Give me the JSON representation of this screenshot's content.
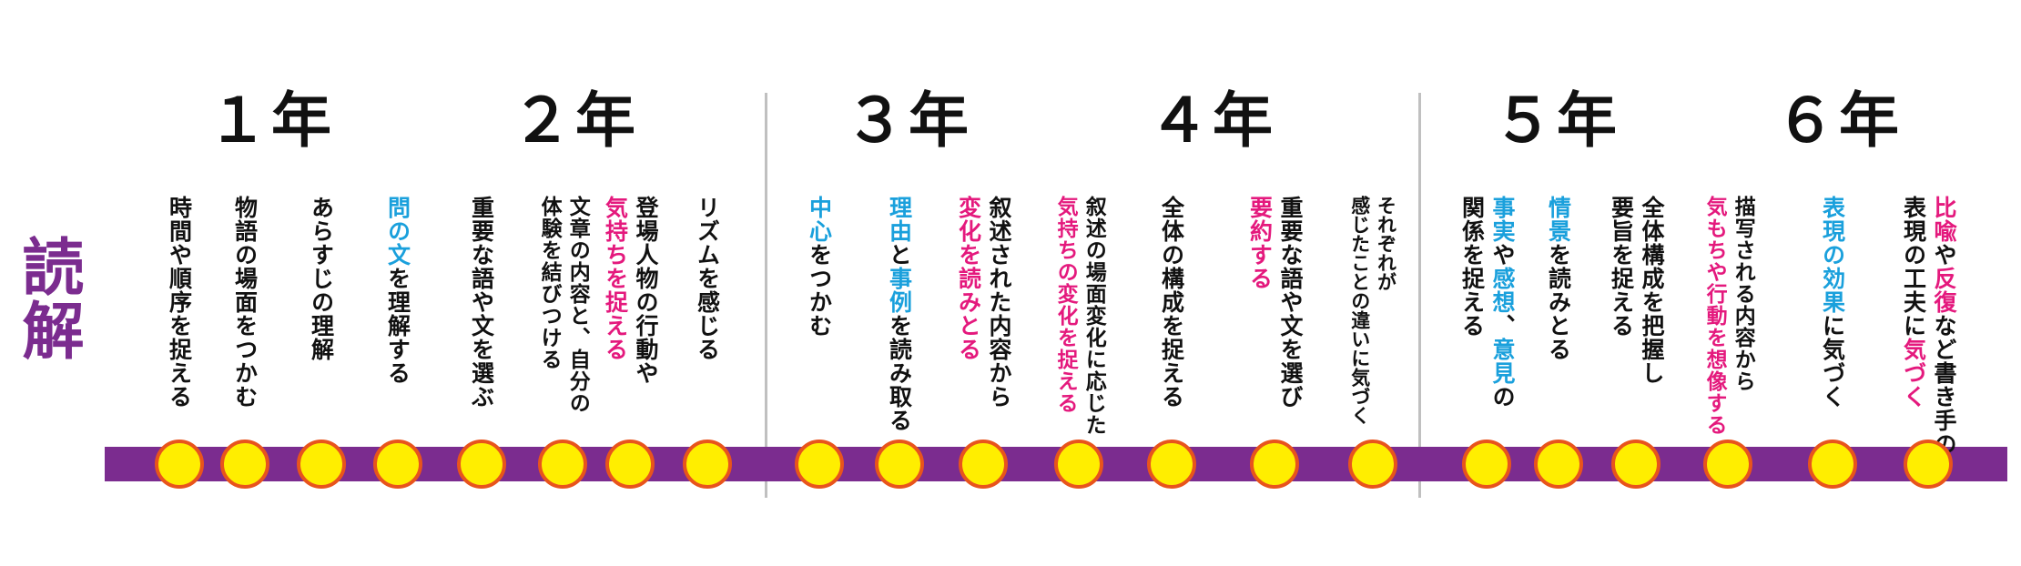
{
  "title": "読解",
  "colors": {
    "title": "#7b2c8f",
    "track": "#7b2c8f",
    "dot_fill": "#ffee00",
    "dot_border": "#e8541c",
    "blue": "#1aa0dc",
    "pink": "#e4197d",
    "divider": "#c0c0c0"
  },
  "grades": [
    "１年",
    "２年",
    "３年",
    "４年",
    "５年",
    "６年"
  ],
  "items": [
    {
      "lines": [
        [
          {
            "t": "時間や順序を捉える"
          }
        ]
      ]
    },
    {
      "lines": [
        [
          {
            "t": "物語の場面をつかむ"
          }
        ]
      ]
    },
    {
      "lines": [
        [
          {
            "t": "あらすじの理解"
          }
        ]
      ]
    },
    {
      "lines": [
        [
          {
            "t": "問の文",
            "c": "blue"
          },
          {
            "t": "を理解する"
          }
        ]
      ]
    },
    {
      "lines": [
        [
          {
            "t": "重要な語や文を選ぶ"
          }
        ]
      ]
    },
    {
      "lines": [
        [
          {
            "t": "文章の内容と、自分の"
          }
        ],
        [
          {
            "t": "体験を結びつける"
          }
        ]
      ]
    },
    {
      "lines": [
        [
          {
            "t": "登場人物の行動や"
          }
        ],
        [
          {
            "t": "気持ちを捉える",
            "c": "pink"
          }
        ]
      ]
    },
    {
      "lines": [
        [
          {
            "t": "リズムを感じる"
          }
        ]
      ]
    },
    {
      "lines": [
        [
          {
            "t": "中心",
            "c": "blue"
          },
          {
            "t": "をつかむ"
          }
        ]
      ]
    },
    {
      "lines": [
        [
          {
            "t": "理由",
            "c": "blue"
          },
          {
            "t": "と"
          },
          {
            "t": "事例",
            "c": "blue"
          },
          {
            "t": "を読み取る"
          }
        ]
      ]
    },
    {
      "lines": [
        [
          {
            "t": "叙述された内容から"
          }
        ],
        [
          {
            "t": "変化を読みとる",
            "c": "pink"
          }
        ]
      ]
    },
    {
      "lines": [
        [
          {
            "t": "叙述の場面変化に応じた"
          }
        ],
        [
          {
            "t": "気持ちの変化を捉える",
            "c": "pink"
          }
        ]
      ]
    },
    {
      "lines": [
        [
          {
            "t": "全体の構成を捉える"
          }
        ]
      ]
    },
    {
      "lines": [
        [
          {
            "t": "重要な語や文を選び"
          }
        ],
        [
          {
            "t": "要約する",
            "c": "pink"
          }
        ]
      ]
    },
    {
      "lines": [
        [
          {
            "t": "それぞれが"
          }
        ],
        [
          {
            "t": "感じたことの違いに気づく"
          }
        ]
      ]
    },
    {
      "lines": [
        [
          {
            "t": "事実",
            "c": "blue"
          },
          {
            "t": "や"
          },
          {
            "t": "感想",
            "c": "blue"
          },
          {
            "t": "、"
          },
          {
            "t": "意見",
            "c": "blue"
          },
          {
            "t": "の"
          }
        ],
        [
          {
            "t": "関係を捉える"
          }
        ]
      ]
    },
    {
      "lines": [
        [
          {
            "t": "情景",
            "c": "blue"
          },
          {
            "t": "を読みとる"
          }
        ]
      ]
    },
    {
      "lines": [
        [
          {
            "t": "全体構成を把握し"
          }
        ],
        [
          {
            "t": "要旨を捉える"
          }
        ]
      ]
    },
    {
      "lines": [
        [
          {
            "t": "描写される内容から"
          }
        ],
        [
          {
            "t": "気もちや行動を想像する",
            "c": "pink"
          }
        ]
      ]
    },
    {
      "lines": [
        [
          {
            "t": "表現の効果",
            "c": "blue"
          },
          {
            "t": "に気づく"
          }
        ]
      ]
    },
    {
      "lines": [
        [
          {
            "t": "比喩",
            "c": "pink"
          },
          {
            "t": "や"
          },
          {
            "t": "反復",
            "c": "pink"
          },
          {
            "t": "など書き手の"
          }
        ],
        [
          {
            "t": "表現の工夫に"
          },
          {
            "t": "気づく",
            "c": "pink"
          }
        ]
      ]
    }
  ]
}
